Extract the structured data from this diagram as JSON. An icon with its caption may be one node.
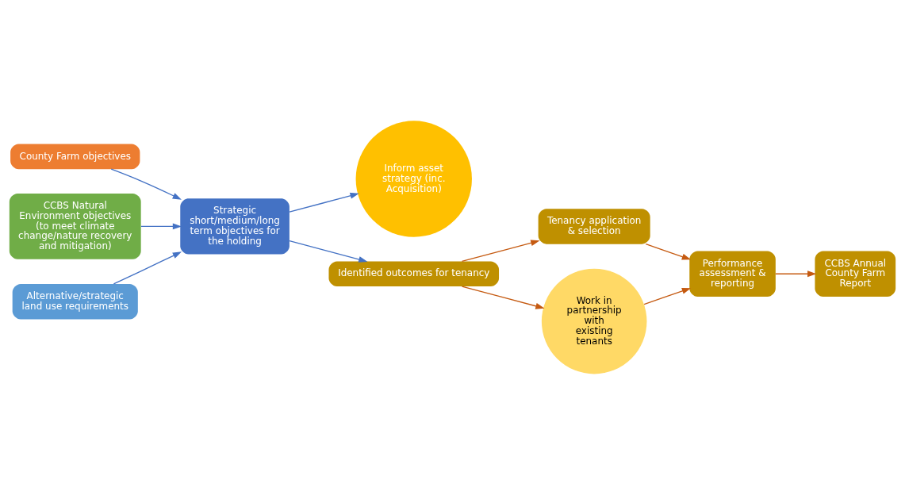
{
  "diagram": {
    "nodes": [
      {
        "text": [
          "County Farm objectives"
        ]
      },
      {
        "text": [
          "CCBS Natural Environment objectives (to meet climate change/nature recovery and mitigation)"
        ]
      },
      {
        "text": [
          "Alternative/strategic land use requirements"
        ]
      },
      {
        "text": [
          "Strategic short/medium/long term objectives for the holding"
        ]
      },
      {
        "text": [
          "Inform asset strategy (inc. Acquisition)"
        ]
      },
      {
        "text": [
          "Identified outcomes for tenancy"
        ]
      },
      {
        "text": [
          "Tenancy application & selection"
        ]
      },
      {
        "text": [
          "Performance assessment & reporting"
        ]
      },
      {
        "text": [
          "CCBS Annual County Farm Report"
        ]
      },
      {
        "text": [
          "Work in partnership with existing tenants"
        ]
      }
    ],
    "edges": [
      {
        "from": 0,
        "to": 3,
        "arrow": "to",
        "color": "#4472c4"
      },
      {
        "from": 1,
        "to": 3,
        "arrow": "to",
        "color": "#4472c4"
      },
      {
        "from": 2,
        "to": 3,
        "arrow": "to",
        "color": "#4472c4"
      },
      {
        "from": 3,
        "to": 4,
        "arrow": "to",
        "color": "#4472c4"
      },
      {
        "from": 3,
        "to": 5,
        "arrow": "to",
        "color": "#4472c4"
      },
      {
        "from": 5,
        "to": 6,
        "arrow": "to",
        "color": "#c55a11"
      },
      {
        "from": 5,
        "to": 9,
        "arrow": "to",
        "color": "#c55a11"
      },
      {
        "from": 6,
        "to": 7,
        "arrow": "to",
        "color": "#c55a11"
      },
      {
        "from": 9,
        "to": 7,
        "arrow": "to",
        "color": "#c55a11"
      },
      {
        "from": 7,
        "to": 8,
        "arrow": "to",
        "color": "#c55a11"
      }
    ]
  }
}
